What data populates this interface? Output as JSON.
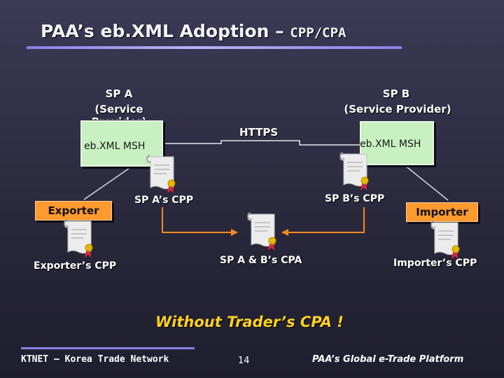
{
  "title": {
    "main": "PAA’s eb.XML Adoption – ",
    "sub": "CPP/CPA"
  },
  "sp_a": {
    "name": "SP A",
    "desc": "(Service Provider)",
    "msh": "eb.XML MSH"
  },
  "sp_b": {
    "name": "SP B",
    "desc": "(Service Provider)",
    "msh": "eb.XML MSH"
  },
  "link_label": "HTTPS",
  "exporter": {
    "name": "Exporter",
    "cpp": "Exporter’s CPP"
  },
  "importer": {
    "name": "Importer",
    "cpp": "Importer’s CPP"
  },
  "documents": {
    "sp_a_cpp": "SP A’s CPP",
    "sp_b_cpp": "SP B’s CPP",
    "cpa": "SP A & B’s CPA"
  },
  "note": "Without Trader’s CPA !",
  "footer": {
    "left": "KTNET – Korea Trade Network",
    "page": "14",
    "right": "PAA’s Global e-Trade Platform"
  },
  "colors": {
    "background": "#2f2e45",
    "box_green": "#c8f0c0",
    "box_orange": "#ff9a2e",
    "arrow_orange": "#ff8a1e",
    "note_yellow": "#ffd21f",
    "title_rule": "#8a80e6"
  }
}
